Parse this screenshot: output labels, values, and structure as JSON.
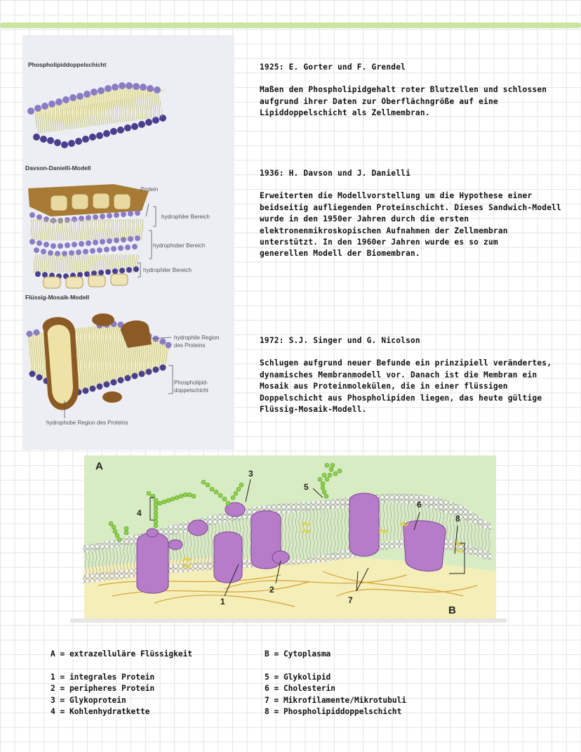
{
  "left_figure": {
    "title_1": "Phospholipiddoppelschicht",
    "title_2": "Davson-Danielli-Modell",
    "label_protein": "Protein",
    "label_hydrophil_1": "hydrophiler Bereich",
    "label_hydrophob": "hydrophober Bereich",
    "label_hydrophil_2": "hydrophiler Bereich",
    "title_3": "Flüssig-Mosaik-Modell",
    "label_region_1": "hydrophile Region",
    "label_region_2": "des Proteins",
    "label_pl_1": "Phospholipid-",
    "label_pl_2": "doppelschicht",
    "label_hydrophob_region": "hydrophobe Region des Proteins"
  },
  "timeline": [
    {
      "heading": "1925: E. Gorter und F. Grendel",
      "lines": [
        "Maßen den Phospholipidgehalt roter Blutzellen und schlossen",
        "aufgrund ihrer Daten zur Oberflächngröße auf eine",
        "Lipiddoppelschicht als Zellmembran."
      ]
    },
    {
      "heading": "1936: H. Davson und J. Danielli",
      "lines": [
        "Erweiterten die Modellvorstellung um die Hypothese einer",
        "beidseitig aufliegenden Proteinschicht. Dieses Sandwich-Modell",
        "wurde in den 1950er Jahren durch die ersten",
        "elektronenmikroskopischen Aufnahmen der Zellmembran",
        "unterstützt. In den 1960er Jahren wurde es so zum",
        "generellen Modell der Biomembran."
      ]
    },
    {
      "heading": "1972: S.J. Singer und G. Nicolson",
      "lines": [
        "Schlugen aufgrund neuer Befunde ein prinzipiell verändertes,",
        "dynamisches Membranmodell vor. Danach ist die Membran ein",
        "Mosaik aus Proteinmolekülen, die in einer flüssigen",
        "Doppelschicht aus Phospholipiden liegen, das heute gültige",
        "Flüssig-Mosaik-Modell."
      ]
    }
  ],
  "membrane_figure": {
    "letter_a": "A",
    "letter_b": "B",
    "num_1": "1",
    "num_2": "2",
    "num_3": "3",
    "num_4": "4",
    "num_5": "5",
    "num_6": "6",
    "num_7": "7",
    "num_8": "8",
    "colors": {
      "extracellular": "#d8ecc4",
      "cytoplasm": "#f4eeb8",
      "protein": "#b67cc9",
      "fiber": "#d7a233"
    }
  },
  "legend": {
    "left": [
      "A = extrazelluläre Flüssigkeit",
      "",
      "1 = integrales Protein",
      "2 = peripheres Protein",
      "3 = Glykoprotein",
      "4 = Kohlenhydratkette"
    ],
    "right": [
      "B = Cytoplasma",
      "",
      "5 = Glykolipid",
      "6 = Cholesterin",
      "7 = Mikrofilamente/Mikrotubuli",
      "8 = Phospholipiddoppelschicht"
    ]
  }
}
